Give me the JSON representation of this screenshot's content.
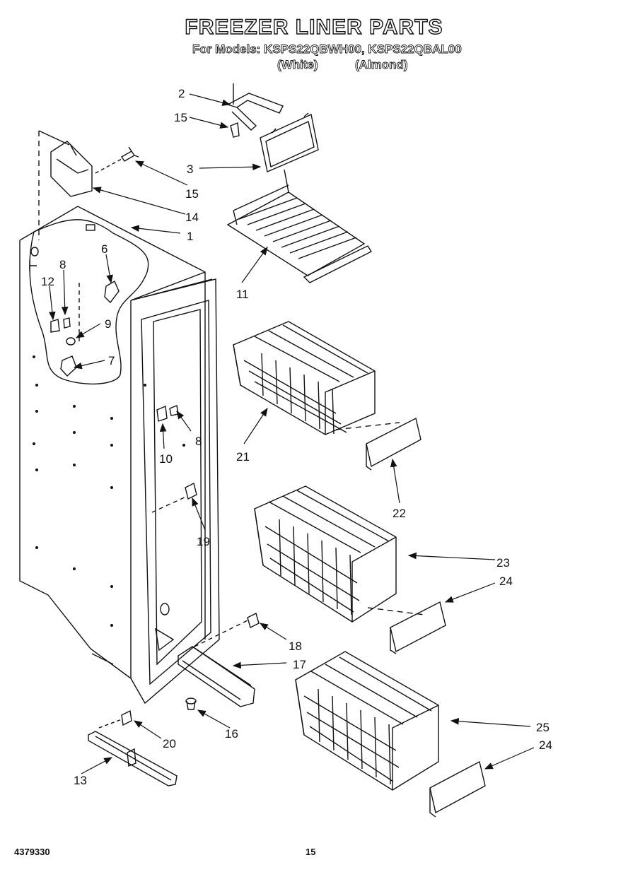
{
  "header": {
    "title": "FREEZER LINER PARTS",
    "models": "For Models: KSPS22QBWH00, KSPS22QBAL00",
    "color_white": "(White)",
    "color_almond": "(Almond)"
  },
  "footer": {
    "doc_number": "4379330",
    "page": "15"
  },
  "callouts": {
    "c1": "1",
    "c2": "2",
    "c3": "3",
    "c6": "6",
    "c7": "7",
    "c8a": "8",
    "c8b": "8",
    "c9": "9",
    "c10": "10",
    "c11": "11",
    "c12": "12",
    "c13": "13",
    "c14": "14",
    "c15a": "15",
    "c15b": "15",
    "c16": "16",
    "c17": "17",
    "c18": "18",
    "c19": "19",
    "c20": "20",
    "c21": "21",
    "c22": "22",
    "c23": "23",
    "c24a": "24",
    "c24b": "24",
    "c25": "25"
  }
}
